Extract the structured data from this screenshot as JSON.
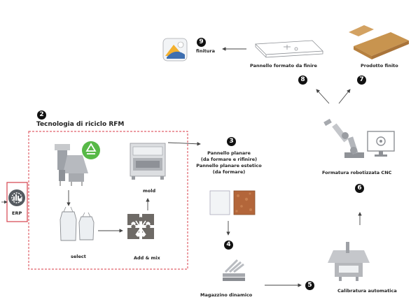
{
  "steps": {
    "s2": {
      "num": "2",
      "title": "Tecnologia di riciclo RFM"
    },
    "s3": {
      "num": "3",
      "line1": "Pannello planare",
      "line2": "(da formare e rifinire)",
      "line3": "Pannello planare estetico",
      "line4": "(da formare)"
    },
    "s4": {
      "num": "4",
      "label": "Magazzino dinamico"
    },
    "s5": {
      "num": "5",
      "label": "Calibratura automatica"
    },
    "s6": {
      "num": "6",
      "label": "Formatura robotizzata CNC"
    },
    "s7": {
      "num": "7",
      "label": "Prodotto finito"
    },
    "s8": {
      "num": "8",
      "label": "Pannello formato da finire"
    },
    "s9": {
      "num": "9",
      "label": "finitura"
    }
  },
  "rfm": {
    "erp_label": "ERP",
    "select_label": "select",
    "addmix_label": "Add & mix",
    "mold_label": "mold"
  },
  "colors": {
    "dashed_border": "#e0626a",
    "erp_border": "#d9505a",
    "green_recycle": "#57b947",
    "puzzle": "#6e6a66",
    "wood": "#c8944f",
    "wood_dark": "#a9743a",
    "swatch_brown": "#b3663a",
    "machine_gray": "#b5b7bb"
  }
}
